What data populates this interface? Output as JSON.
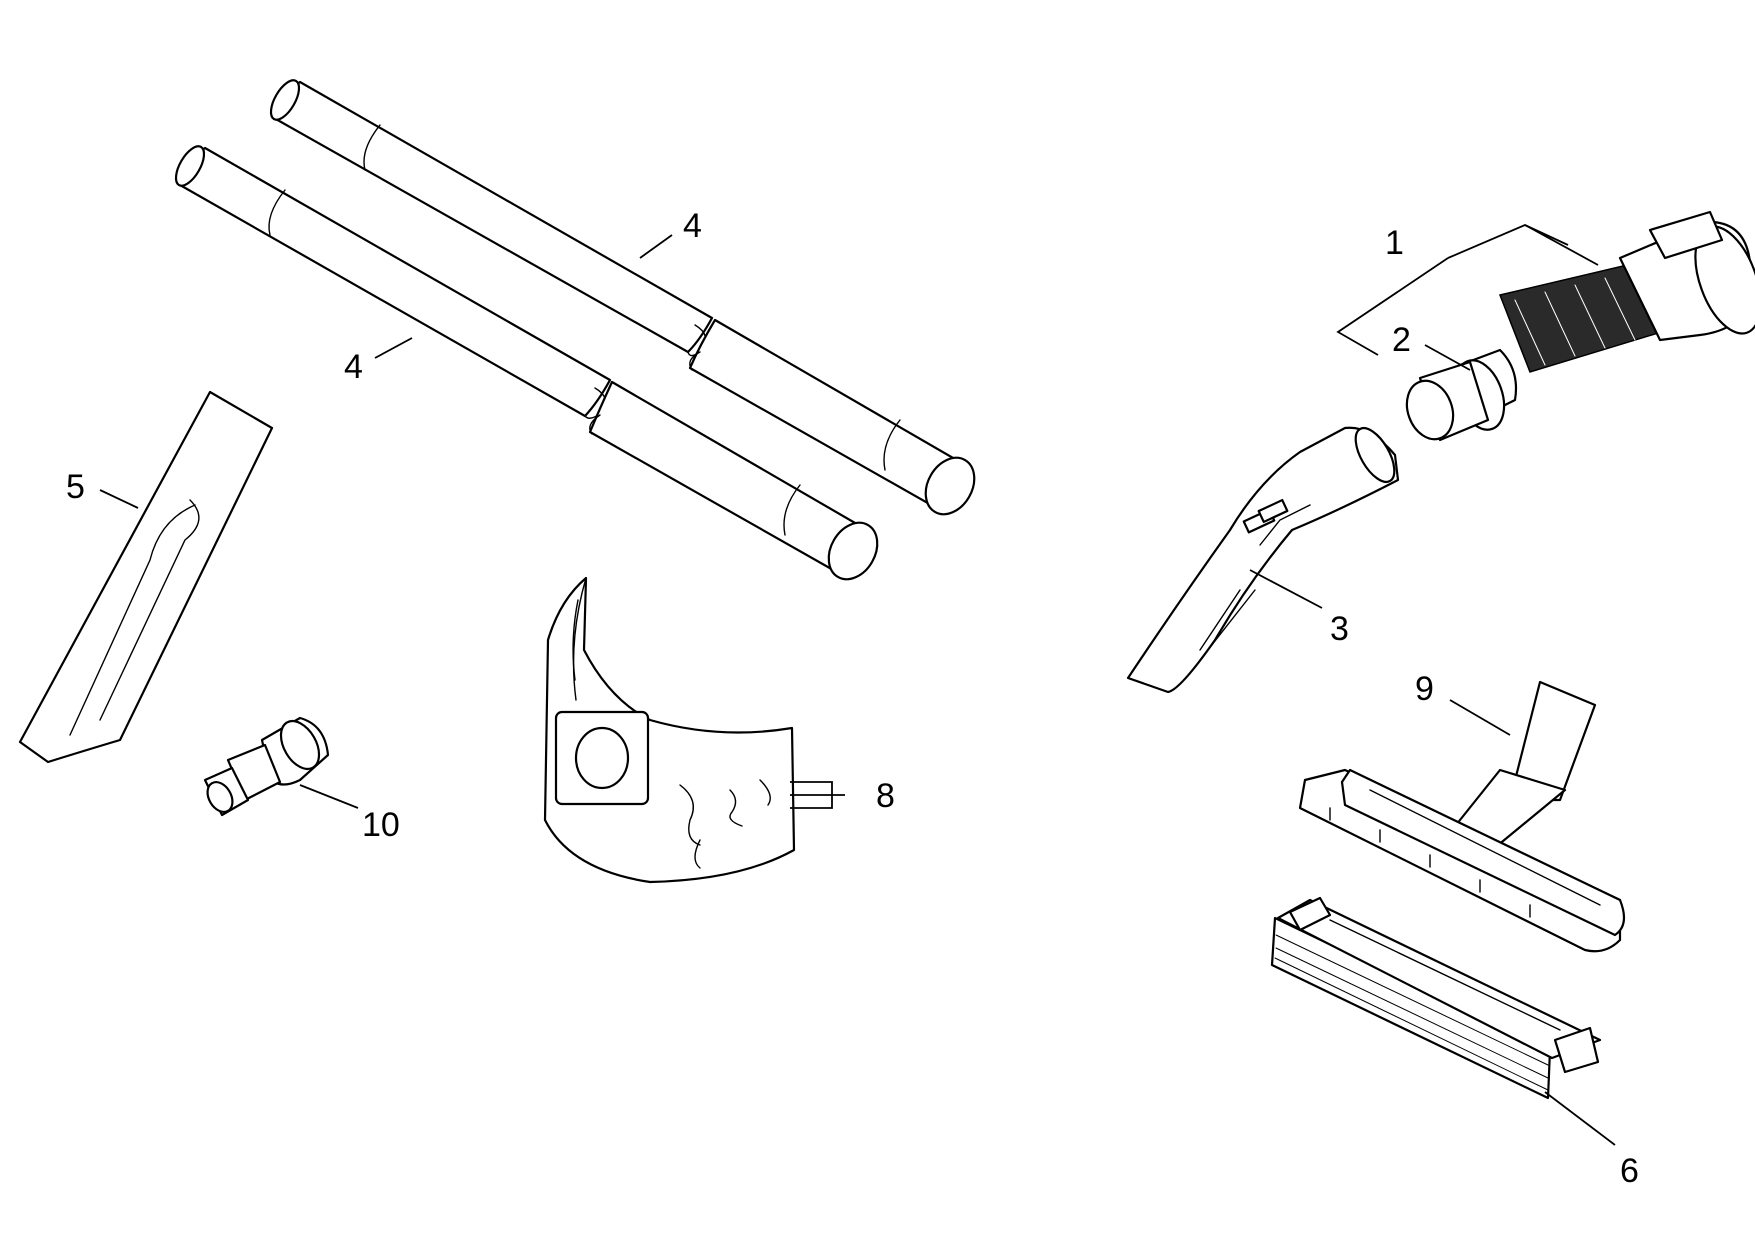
{
  "callouts": {
    "c1": "1",
    "c2": "2",
    "c3": "3",
    "c4a": "4",
    "c4b": "4",
    "c5": "5",
    "c6": "6",
    "c8": "8",
    "c9": "9",
    "c10": "10"
  },
  "colors": {
    "line": "#000000",
    "background": "#ffffff",
    "hose_coil": "#2a2a2a"
  }
}
